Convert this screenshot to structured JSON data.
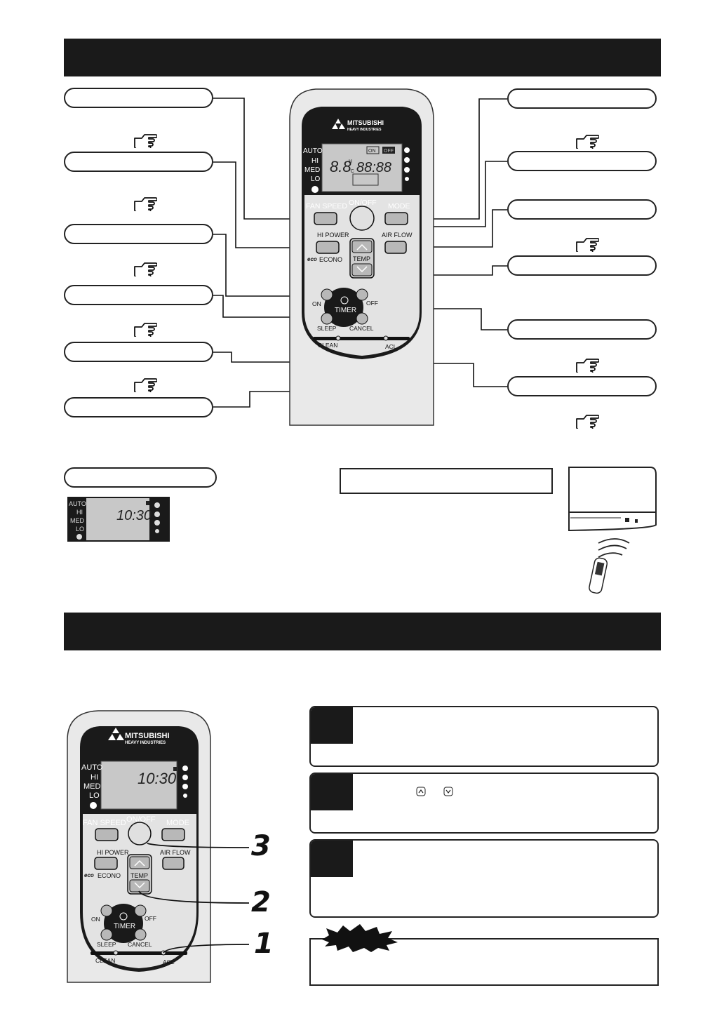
{
  "brand": {
    "name": "MITSUBISHI",
    "sub": "HEAVY INDUSTRIES"
  },
  "remote": {
    "mode_labels": [
      "AUTO",
      "HI",
      "MED",
      "LO"
    ],
    "display_digits_left": "8.8",
    "display_digits_right": "88:88",
    "display_unit": "°C",
    "display_on_tag": "ON",
    "display_off_tag": "OFF",
    "display_hi_tag": "H",
    "buttons": {
      "fan_speed": "FAN SPEED",
      "on_off": "ON/OFF",
      "mode": "MODE",
      "hi_power": "HI POWER",
      "econo": "ECONO",
      "eco_prefix": "eco",
      "air_flow": "AIR FLOW",
      "temp": "TEMP",
      "timer": "TIMER",
      "timer_on": "ON",
      "timer_off": "OFF",
      "sleep": "SLEEP",
      "cancel": "CANCEL",
      "clean": "CLEAN",
      "acl": "ACL"
    }
  },
  "clock_display": {
    "time": "10:30",
    "labels": [
      "AUTO",
      "HI",
      "MED",
      "LO"
    ]
  },
  "callouts": {
    "one": "1",
    "two": "2",
    "three": "3"
  },
  "colors": {
    "band": "#1a1a1a",
    "remote_body": "#e9e9e9",
    "lcd": "#c8c8c8"
  }
}
